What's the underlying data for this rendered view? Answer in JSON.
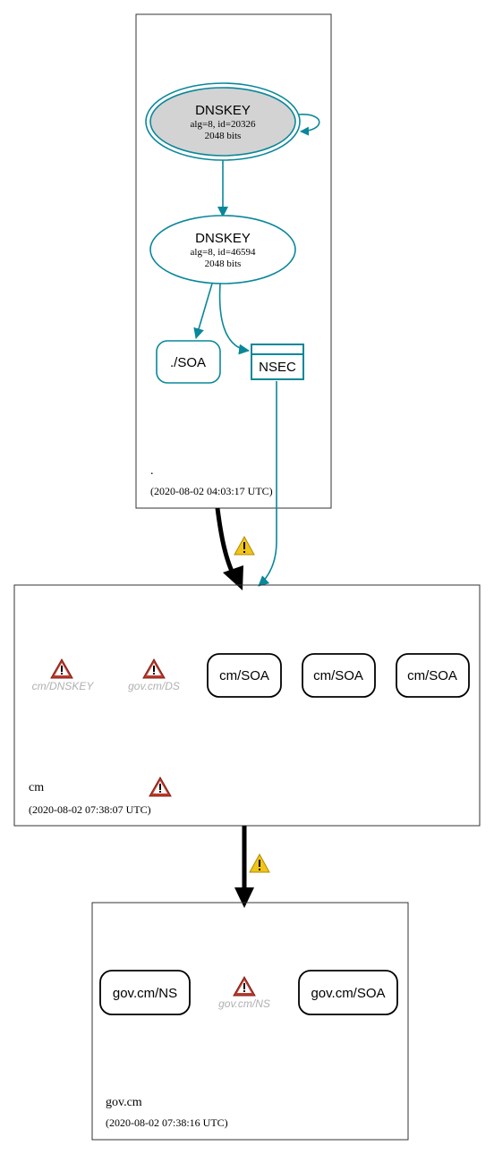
{
  "colors": {
    "teal": "#0a879a",
    "zone_border": "#333333",
    "node_black": "#000000",
    "dnskey_fill": "#d3d3d3",
    "missing_text": "#b0b0b0",
    "error_icon": "#c0392b",
    "warning_icon": "#f0c419"
  },
  "zones": [
    {
      "name": ".",
      "timestamp": "(2020-08-02 04:03:17 UTC)"
    },
    {
      "name": "cm",
      "timestamp": "(2020-08-02 07:38:07 UTC)",
      "icon": "error-icon"
    },
    {
      "name": "gov.cm",
      "timestamp": "(2020-08-02 07:38:16 UTC)"
    }
  ],
  "root_nodes": {
    "ksk": {
      "title": "DNSKEY",
      "line1": "alg=8, id=20326",
      "line2": "2048 bits"
    },
    "zsk": {
      "title": "DNSKEY",
      "line1": "alg=8, id=46594",
      "line2": "2048 bits"
    },
    "soa": {
      "label": "./SOA"
    },
    "nsec": {
      "label": "NSEC"
    }
  },
  "cm_nodes": {
    "missing": [
      {
        "label": "cm/DNSKEY",
        "icon": "error-icon"
      },
      {
        "label": "gov.cm/DS",
        "icon": "error-icon"
      }
    ],
    "records": [
      {
        "label": "cm/SOA"
      },
      {
        "label": "cm/SOA"
      },
      {
        "label": "cm/SOA"
      }
    ]
  },
  "govcm_nodes": {
    "ns": {
      "label": "gov.cm/NS"
    },
    "missing_ns": {
      "label": "gov.cm/NS",
      "icon": "error-icon"
    },
    "soa": {
      "label": "gov.cm/SOA"
    }
  },
  "delegation_icons": [
    "warning-icon",
    "warning-icon"
  ]
}
